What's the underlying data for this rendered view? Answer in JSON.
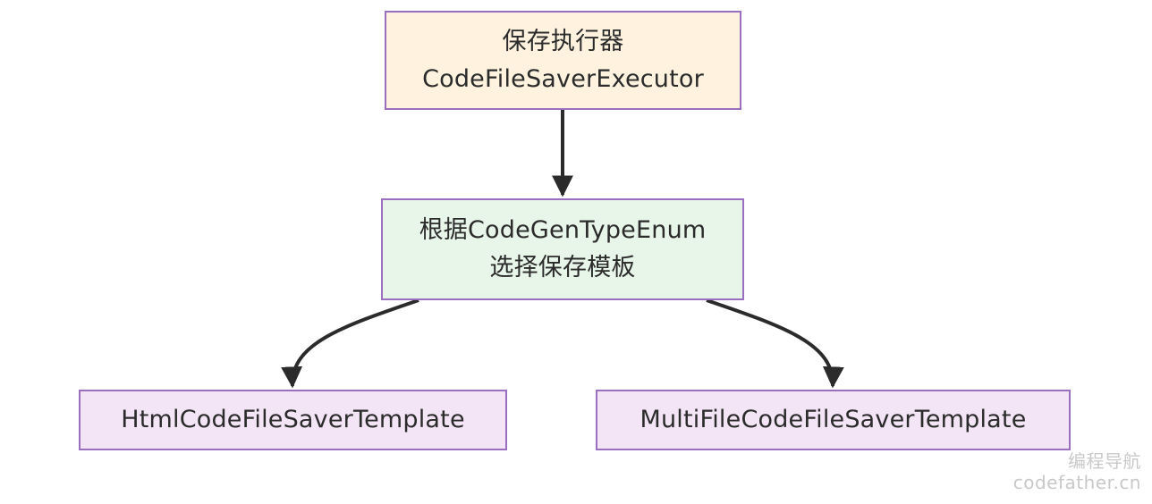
{
  "nodes": {
    "executor": {
      "line1": "保存执行器",
      "line2": "CodeFileSaverExecutor"
    },
    "selector": {
      "line1": "根据CodeGenTypeEnum",
      "line2": "选择保存模板"
    },
    "html_template": {
      "label": "HtmlCodeFileSaverTemplate"
    },
    "multi_template": {
      "label": "MultiFileCodeFileSaverTemplate"
    }
  },
  "watermark": {
    "line1": "编程导航",
    "line2": "codefather.cn"
  },
  "colors": {
    "executor_fill": "#fff3e0",
    "selector_fill": "#e8f5e9",
    "template_fill": "#f3e5f5",
    "node_border": "#9b6fc0",
    "edge": "#2b2b2b"
  }
}
